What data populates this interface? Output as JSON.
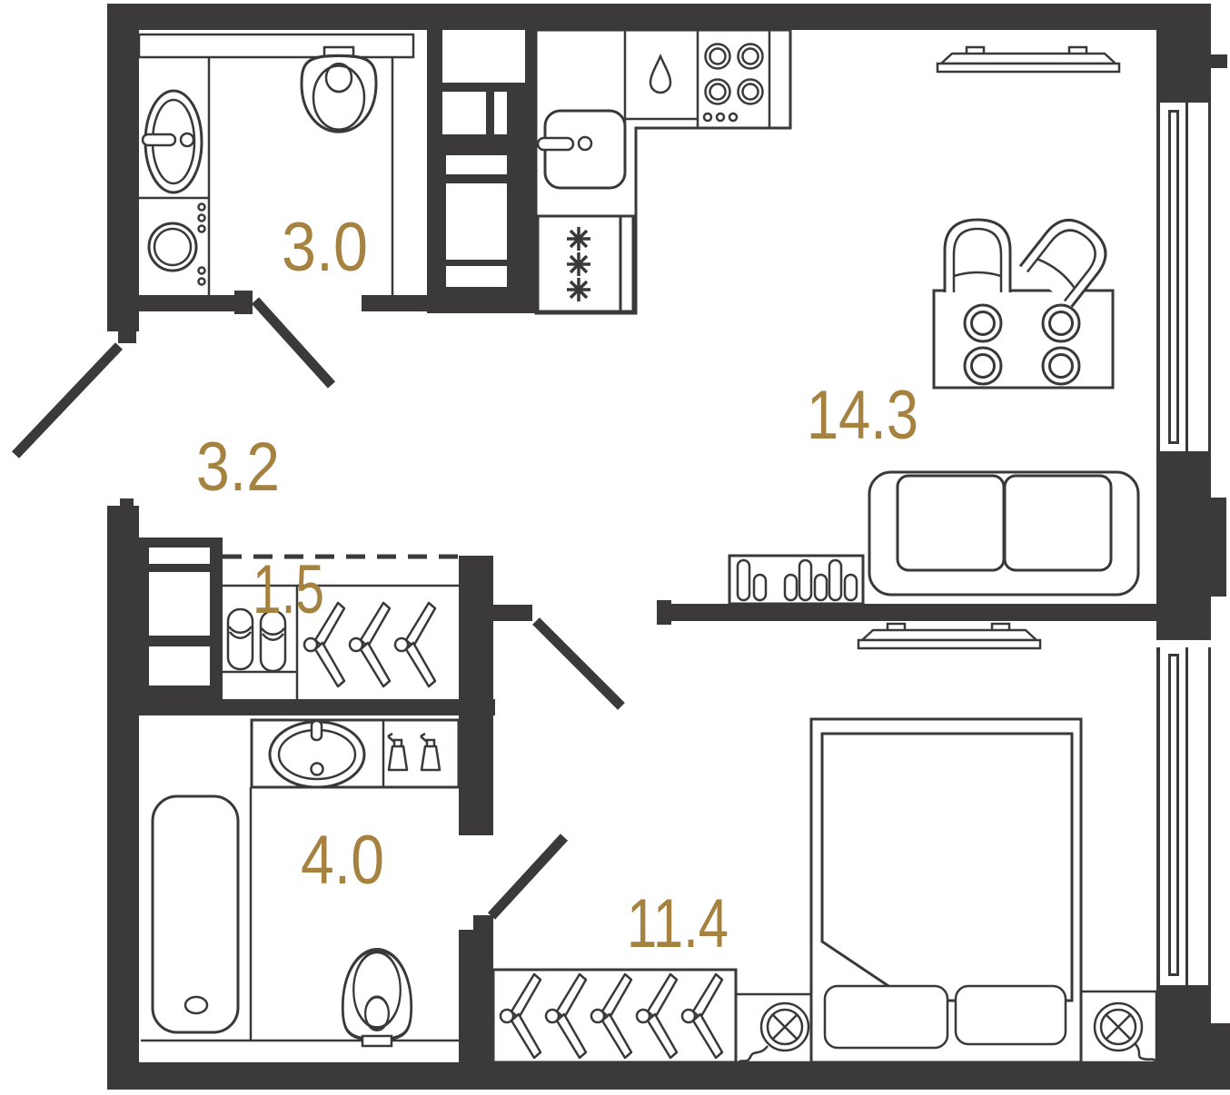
{
  "plan": {
    "type": "apartment-floor-plan",
    "background_color": "#ffffff",
    "wall_color": "#3b3a38",
    "outline_color": "#3a3938",
    "label_color": "#a5823f",
    "rooms": [
      {
        "id": "bathroom-top",
        "area": "3.0"
      },
      {
        "id": "hallway",
        "area": "3.2"
      },
      {
        "id": "storage-closet",
        "area": "1.5"
      },
      {
        "id": "bathroom-main",
        "area": "4.0"
      },
      {
        "id": "kitchen-living-room",
        "area": "14.3"
      },
      {
        "id": "bedroom",
        "area": "11.4"
      }
    ],
    "icons": [
      "sink-oval-icon",
      "washing-machine-icon",
      "toilet-icon",
      "shelf-icon",
      "kitchen-sink-icon",
      "dishwasher-drop-icon",
      "cooktop-icon",
      "fridge-snowflake-icon",
      "tv-icon",
      "dining-table-icon",
      "chair-icon",
      "sofa-icon",
      "radiator-icon",
      "slippers-icon",
      "hanger-icon",
      "spray-bottle-icon",
      "bathtub-icon",
      "bed-icon",
      "pillow-icon",
      "lamp-icon",
      "window-icon",
      "door-swing-icon",
      "vent-shaft-icon"
    ]
  }
}
